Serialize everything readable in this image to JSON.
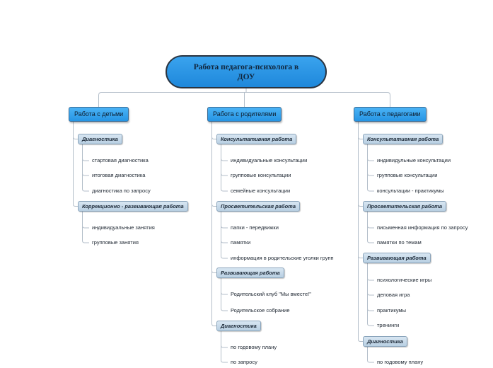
{
  "root": "Работа педагога-психолога в ДОУ",
  "branches": [
    {
      "label": "Работа с детьми",
      "groups": [
        {
          "label": "Диагностика",
          "items": [
            "стартовая диагностика",
            "итоговая диагностика",
            "диагностика по запросу"
          ]
        },
        {
          "label": "Коррекционно - развивающая работа",
          "items": [
            "индивидуальные занятия",
            "групповые занятия"
          ]
        }
      ]
    },
    {
      "label": "Работа с родителями",
      "groups": [
        {
          "label": "Консультативная работа",
          "items": [
            "индивидуальные консультации",
            "групповые консультации",
            "семейные консультации"
          ]
        },
        {
          "label": "Просветительская работа",
          "items": [
            "папки - передвижки",
            "памятки",
            "информация в родительские уголки групп"
          ]
        },
        {
          "label": "Развивающая работа",
          "items": [
            "Родительский клуб \"Мы вместе!\"",
            "Родительское собрание"
          ]
        },
        {
          "label": "Диагностика",
          "items": [
            "по годовому плану",
            "по запросу"
          ]
        }
      ]
    },
    {
      "label": "Работа с педагогами",
      "groups": [
        {
          "label": "Консультативная работа",
          "items": [
            "индивидульные консультации",
            "групповые консультации",
            "консультации - практикумы"
          ]
        },
        {
          "label": "Просветительская работа",
          "items": [
            "письменная информация по запросу",
            "памятки по темам"
          ]
        },
        {
          "label": "Развивающая работа",
          "items": [
            "психологические игры",
            "деловая игра",
            "практикумы",
            "тренинги"
          ]
        },
        {
          "label": "Диагностика",
          "items": [
            "по годовому плану"
          ]
        }
      ]
    }
  ]
}
